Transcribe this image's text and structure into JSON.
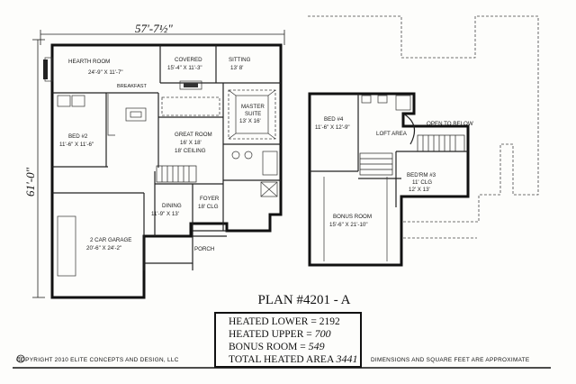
{
  "dimensions": {
    "width_overall": "57'-7½\"",
    "depth_overall": "61'-0\""
  },
  "lower_rooms": {
    "hearth_room": {
      "name": "HEARTH ROOM",
      "size": "24'-9\" X 11'-7\""
    },
    "breakfast": {
      "name": "BREAKFAST"
    },
    "covered": {
      "name": "COVERED",
      "size": "15'-4\" X 11'-3\""
    },
    "sitting": {
      "name": "SITTING",
      "size": "13' 8'"
    },
    "bed2": {
      "name": "BED #2",
      "size": "11'-6\" X 11'-6\""
    },
    "great_room": {
      "name": "GREAT ROOM",
      "size": "16' X 18'",
      "note": "18' CEILING"
    },
    "master_suite": {
      "name_1": "MASTER",
      "name_2": "SUITE",
      "size": "13' X 16'"
    },
    "dining": {
      "name": "DINING",
      "size": "11'-9\" X 13'"
    },
    "foyer": {
      "name": "FOYER",
      "note": "18' CLG"
    },
    "garage": {
      "name": "2 CAR GARAGE",
      "size": "20'-6\" X 24'-2\""
    },
    "porch": {
      "name": "PORCH"
    }
  },
  "upper_rooms": {
    "bed4": {
      "name": "BED #4",
      "size": "11'-6\" X 12'-9\""
    },
    "loft": {
      "name": "LOFT AREA"
    },
    "open_to_below": {
      "name": "OPEN TO BELOW"
    },
    "bed3": {
      "name": "BED'RM #3",
      "note": "11' CLG",
      "size": "12' X 13'"
    },
    "bonus": {
      "name": "BONUS ROOM",
      "size": "15'-6\" X 21'-10\""
    }
  },
  "plan_title": "PLAN #4201 - A",
  "stats": {
    "heated_lower_label": "HEATED LOWER =",
    "heated_lower_value": "2192",
    "heated_upper_label": "HEATED UPPER =",
    "heated_upper_value": "700",
    "bonus_room_label": "BONUS ROOM =",
    "bonus_room_value": "549",
    "total_label": "TOTAL HEATED AREA",
    "total_value": "3441"
  },
  "copyright": "COPYRIGHT 2010 ELITE CONCEPTS AND DESIGN, LLC",
  "copyright_symbol": "©",
  "disclaimer": "DIMENSIONS AND SQUARE FEET ARE APPROXIMATE"
}
